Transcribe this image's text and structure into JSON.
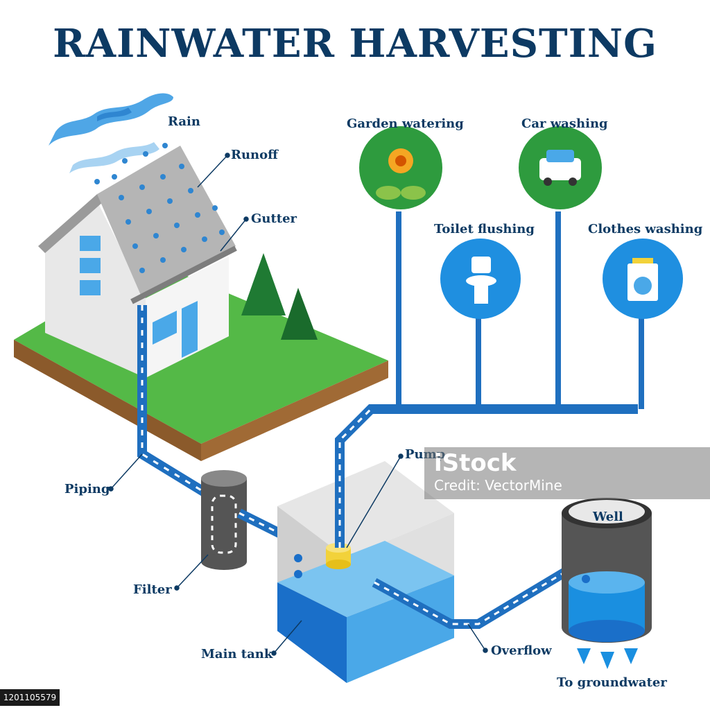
{
  "title": "RAINWATER HARVESTING",
  "labels": {
    "rain": "Rain",
    "runoff": "Runoff",
    "gutter": "Gutter",
    "piping": "Piping",
    "filter": "Filter",
    "main_tank": "Main tank",
    "pump": "Pump",
    "well": "Well",
    "overflow": "Overflow",
    "to_groundwater": "To groundwater"
  },
  "uses": {
    "garden": "Garden watering",
    "car": "Car washing",
    "toilet": "Toilet flushing",
    "clothes": "Clothes washing"
  },
  "watermark": {
    "brand": "iStock",
    "credit": "Credit: VectorMine"
  },
  "stock_id": "1201105579",
  "colors": {
    "title": "#0d3a63",
    "pipe": "#1f6fbf",
    "water": "#1a8fe0",
    "grass": "#4caf3a",
    "soil": "#8b5a2b",
    "use_green": "#2e9b3e",
    "use_blue": "#1f8fe0",
    "filter": "#555555",
    "pump": "#f2d23a"
  }
}
